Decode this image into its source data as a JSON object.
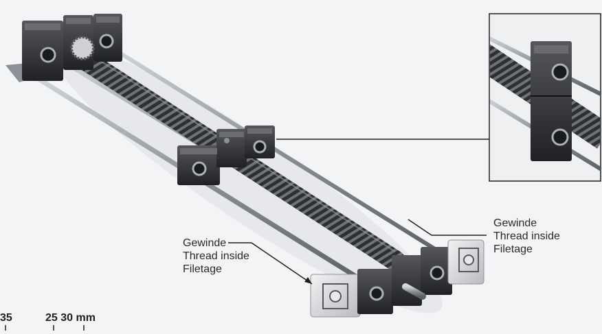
{
  "callout_left": {
    "line1": "Gewinde",
    "line2": "Thread inside",
    "line3": "Filetage"
  },
  "callout_right": {
    "line1": "Gewinde",
    "line2": "Thread inside",
    "line3": "Filetage"
  },
  "dimensions": {
    "left_value": "35",
    "right_value": "25 30 mm"
  },
  "colors": {
    "background": "#f3f4f6",
    "block_dark": "#2c2d30",
    "block_light": "#d9dadc",
    "rod": "#9a9ea3",
    "spindle": "#3a3b3e"
  }
}
